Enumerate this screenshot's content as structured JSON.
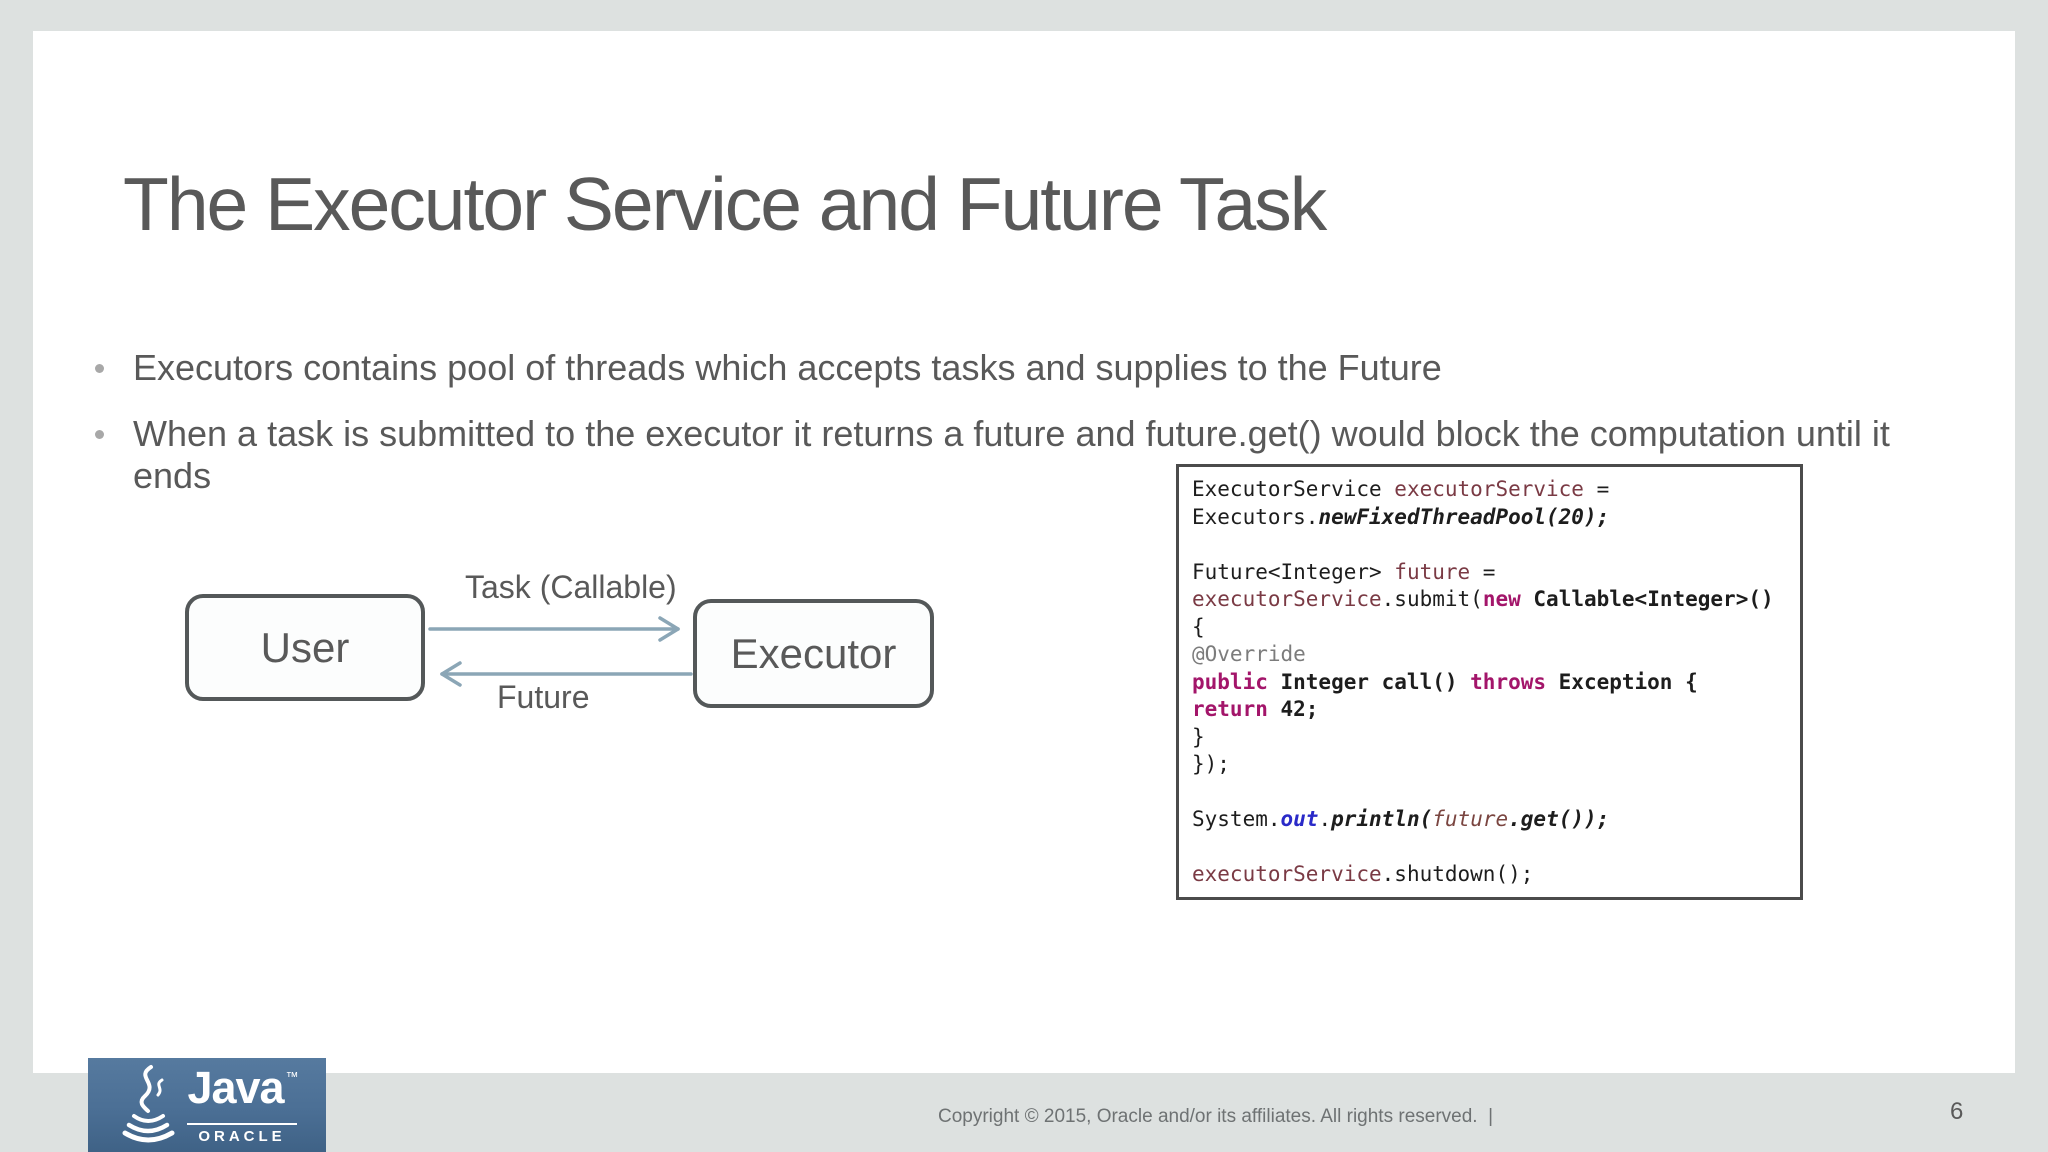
{
  "slide": {
    "title": "The Executor Service and Future Task",
    "bullets": [
      "Executors contains pool of threads which accepts tasks and supplies to the Future",
      "When a task is submitted to the executor it returns a future and future.get() would block the computation until it ends"
    ],
    "diagram": {
      "user_box_label": "User",
      "executor_box_label": "Executor",
      "top_arrow_label": "Task (Callable)",
      "bottom_arrow_label": "Future",
      "arrow_color": "#8ba6b6",
      "box_border_color": "#545859"
    },
    "code_block": {
      "lines": [
        [
          {
            "t": "ExecutorService ",
            "c": "p"
          },
          {
            "t": "executorService",
            "c": "v"
          },
          {
            "t": " =",
            "c": "p"
          }
        ],
        [
          {
            "t": "Executors.",
            "c": "p"
          },
          {
            "t": "newFixedThreadPool(20);",
            "c": "bi"
          }
        ],
        [],
        [
          {
            "t": "Future<Integer> ",
            "c": "p"
          },
          {
            "t": "future",
            "c": "v"
          },
          {
            "t": " =",
            "c": "p"
          }
        ],
        [
          {
            "t": "executorService",
            "c": "v"
          },
          {
            "t": ".submit(",
            "c": "p"
          },
          {
            "t": "new",
            "c": "k"
          },
          {
            "t": " ",
            "c": "p"
          },
          {
            "t": "Callable<Integer>()",
            "c": "b"
          }
        ],
        [
          {
            "t": "{",
            "c": "p"
          }
        ],
        [
          {
            "t": "@Override",
            "c": "g"
          }
        ],
        [
          {
            "t": "public",
            "c": "k"
          },
          {
            "t": " Integer call() ",
            "c": "b"
          },
          {
            "t": "throws",
            "c": "k"
          },
          {
            "t": " Exception {",
            "c": "b"
          }
        ],
        [
          {
            "t": "return",
            "c": "k"
          },
          {
            "t": " 42;",
            "c": "b"
          }
        ],
        [
          {
            "t": "}",
            "c": "p"
          }
        ],
        [
          {
            "t": "});",
            "c": "p"
          }
        ],
        [],
        [
          {
            "t": "System.",
            "c": "p"
          },
          {
            "t": "out",
            "c": "blue"
          },
          {
            "t": ".",
            "c": "p"
          },
          {
            "t": "println(",
            "c": "bi"
          },
          {
            "t": "future",
            "c": "iv"
          },
          {
            "t": ".",
            "c": "bi"
          },
          {
            "t": "get());",
            "c": "bi"
          }
        ],
        [],
        [
          {
            "t": "executorService",
            "c": "v"
          },
          {
            "t": ".shutdown();",
            "c": "p"
          }
        ]
      ],
      "syntax_colors": {
        "keyword": "#a3156a",
        "variable": "#7a3a44",
        "field_blue": "#2a2ac8",
        "annotation_gray": "#7c7c7c",
        "plain": "#1d1d1d"
      }
    },
    "logo": {
      "brand": "Java",
      "trademark": "™",
      "subbrand": "ORACLE",
      "badge_color_top": "#567a9f",
      "badge_color_bottom": "#3f6286"
    },
    "footer": {
      "copyright": "Copyright © 2015, Oracle and/or its affiliates. All rights reserved.  |",
      "page_number": "6"
    },
    "colors": {
      "background_gray": "#dde1e0",
      "slide_white": "#ffffff",
      "text_gray": "#595959"
    }
  }
}
